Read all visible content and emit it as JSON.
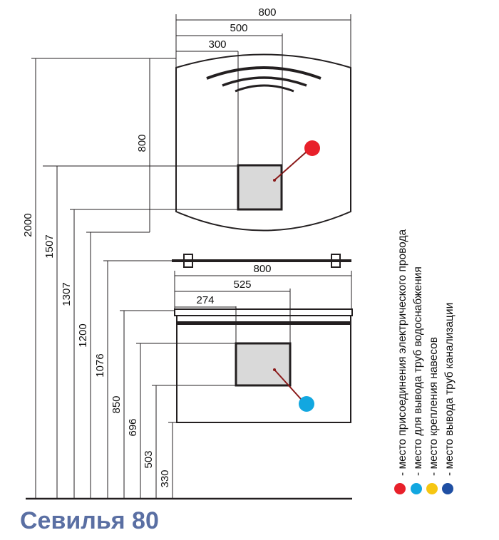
{
  "title": "Севилья 80",
  "mirror": {
    "width_label": "800",
    "offset_500_label": "500",
    "offset_300_label": "300",
    "height_label": "800"
  },
  "cabinet": {
    "width_label": "800",
    "offset_525_label": "525",
    "offset_274_label": "274"
  },
  "heights": [
    "2000",
    "1507",
    "1307",
    "1200",
    "1076",
    "850",
    "696",
    "503",
    "330"
  ],
  "legend": [
    {
      "text": "- место присоединения электрического провода",
      "color": "#e8202a",
      "icon": "red-dot"
    },
    {
      "text": "- место для вывода труб водоснабжения",
      "color": "#12a7e0",
      "icon": "blue-dot"
    },
    {
      "text": "- место крепления навесов",
      "color": "#f6c612",
      "icon": "yellow-dot"
    },
    {
      "text": "- место вывода труб канализации",
      "color": "#1f4fa3",
      "icon": "navy-dot"
    }
  ],
  "colors": {
    "outline": "#231f20",
    "panel_fill": "#d9d9d9",
    "electric_marker": "#e8202a",
    "water_marker": "#12a7e0",
    "connector": "#8b1a1a",
    "title": "#5a6fa3"
  }
}
